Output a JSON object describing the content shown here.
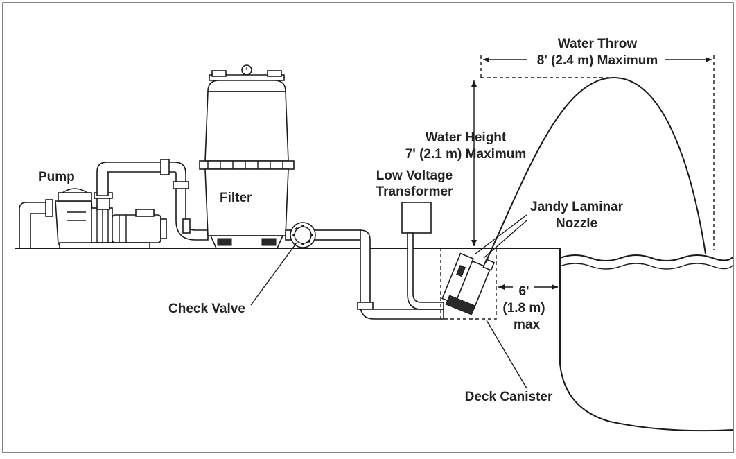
{
  "labels": {
    "pump": "Pump",
    "filter": "Filter",
    "check_valve": "Check Valve",
    "transformer_line1": "Low Voltage",
    "transformer_line2": "Transformer",
    "height_line1": "Water Height",
    "height_line2": "7' (2.1 m) Maximum",
    "throw_line1": "Water Throw",
    "throw_line2": "8' (2.4 m) Maximum",
    "nozzle_line1": "Jandy Laminar",
    "nozzle_line2": "Nozzle",
    "distance_line1": "6'",
    "distance_line2": "(1.8 m)",
    "distance_line3": "max",
    "canister": "Deck Canister"
  },
  "colors": {
    "line": "#1a1a1a",
    "text": "#222222",
    "background": "#ffffff"
  }
}
